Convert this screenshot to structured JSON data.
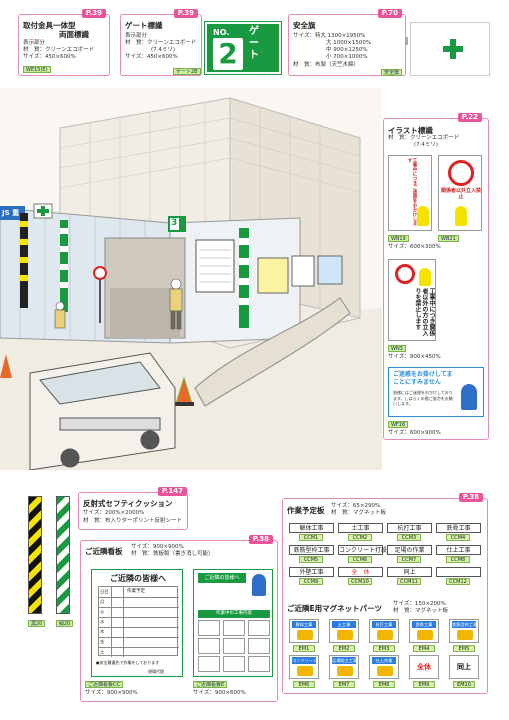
{
  "top": {
    "p1": {
      "price": "P.39",
      "title": "取付金具一体型",
      "subtitle": "両面標識",
      "note": "表示部分",
      "material": "材　質：クリーンエコボード",
      "size": "サイズ：450×600%",
      "code": "WE15(E)"
    },
    "p2": {
      "price": "P.39",
      "title": "ゲート標識",
      "note": "表示部分",
      "material": "材　質：クリーンエコボード",
      "material2": "(7.4ミリ)",
      "size": "サイズ：450×600%",
      "code": "ゲート2B",
      "sign_no": "NO.",
      "sign_num": "2",
      "sign_text": "ゲート"
    },
    "p3": {
      "price": "P.70",
      "title": "安全旗",
      "size1": "サイズ：特大 1300×1950%",
      "size2": "大 1000×1500%",
      "size3": "中 900×1250%",
      "size4": "小 700×1000%",
      "material": "材　質：布製（天竺木綿）",
      "code": "安全旗"
    }
  },
  "scene": {
    "js_sign": "JS 重",
    "gate_num": "3",
    "gate_label": "ゲート"
  },
  "illust": {
    "price": "P.22",
    "title": "イラスト標識",
    "material": "材　質：クリーンエコボード",
    "material2": "(7.4ミリ)",
    "sign1_text": "工事中につきご迷惑をおかけします",
    "sign2_text": "関係者以外立入禁止",
    "codes": [
      "WB19",
      "WB21"
    ],
    "size1": "サイズ：600×300%",
    "big_sign_text": "工事中につき関係者以外の方の立入りを禁止します",
    "code3": "WN3",
    "size2": "サイズ：900×450%",
    "apology_title": "ご迷惑をお掛けしてまことにすみません",
    "apology_body": "皆様にはご迷惑をおかけしております。しばらくの間ご協力をお願いします。",
    "code4": "WF16",
    "size3": "サイズ：600×900%"
  },
  "cushion": {
    "price": "P.147",
    "title": "反射式セフティクッション",
    "size": "サイズ：200%×2000%",
    "material": "材　質：布入りターポリン＋反射シート",
    "codes": [
      "黒20",
      "緑20"
    ]
  },
  "kinrin": {
    "price": "P.38",
    "title": "ご近隣看板",
    "spec": "サイズ：900×900%",
    "material": "材　質：鉄板製（書き消し可能）",
    "board1_title": "ご近隣の皆様へ",
    "board1_footer": "●安全最優先で作業をしております",
    "board1_sign": "現場代理",
    "days": [
      "日目",
      "月",
      "火",
      "水",
      "木",
      "金",
      "土"
    ],
    "header_col": "作業予定",
    "code1": "ご近隣看板CC",
    "size1": "サイズ：900×900%",
    "board2_title": "ご近隣の皆様へ",
    "board2_sub": "作業中の工事内容",
    "code2": "ご近隣看板E",
    "size2": "サイズ：900×600%"
  },
  "yotei": {
    "price": "P.38",
    "title": "作業予定板",
    "size": "サイズ：65×290%",
    "material": "材　質：マグネット板",
    "chips": [
      "解体工事",
      "土工事",
      "杭打工事",
      "鉄骨工事",
      "鉄筋型枠工事",
      "コンクリート打設工事",
      "足場の作業",
      "仕上工事",
      "外壁工事",
      "全　休",
      "同上",
      ""
    ],
    "chip_codes": [
      "CCM1",
      "CCM2",
      "CCM3",
      "CCM4",
      "CCM5",
      "CCM6",
      "CCM7",
      "CCM8",
      "CCM9",
      "CCM10",
      "CCM11",
      "CCM12"
    ],
    "mag_title": "ご近隣E用マグネットパーツ",
    "mag_size": "サイズ：150×200%",
    "mag_material": "材　質：マグネット板",
    "mags": [
      "解体工事",
      "土工事",
      "杭打工事",
      "鉄骨工事",
      "鉄筋型枠工事",
      "コンクリート打設",
      "足場組立工事",
      "仕上作業",
      "全休",
      "同上"
    ],
    "mag_codes": [
      "EM1",
      "EM2",
      "EM3",
      "EM4",
      "EM5",
      "EM6",
      "EM7",
      "EM8",
      "EM9",
      "EM10"
    ]
  },
  "colors": {
    "pink": "#e8559a",
    "green": "#1a9a40",
    "yellow": "#f4e200"
  }
}
